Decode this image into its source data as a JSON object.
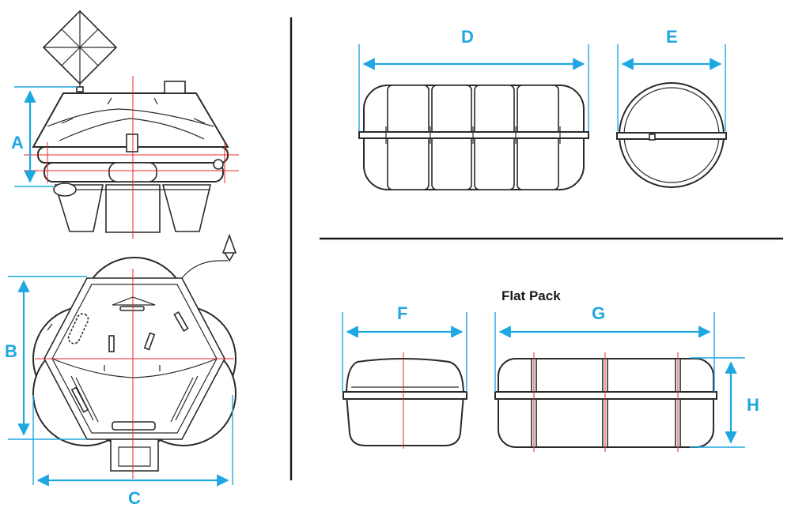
{
  "labels": {
    "A": "A",
    "B": "B",
    "C": "C",
    "D": "D",
    "E": "E",
    "F": "F",
    "G": "G",
    "H": "H"
  },
  "caption": "Flat Pack",
  "colors": {
    "dimension": "#1ea7e1",
    "centerline": "#e8262c",
    "outline": "#2a2a2a"
  }
}
